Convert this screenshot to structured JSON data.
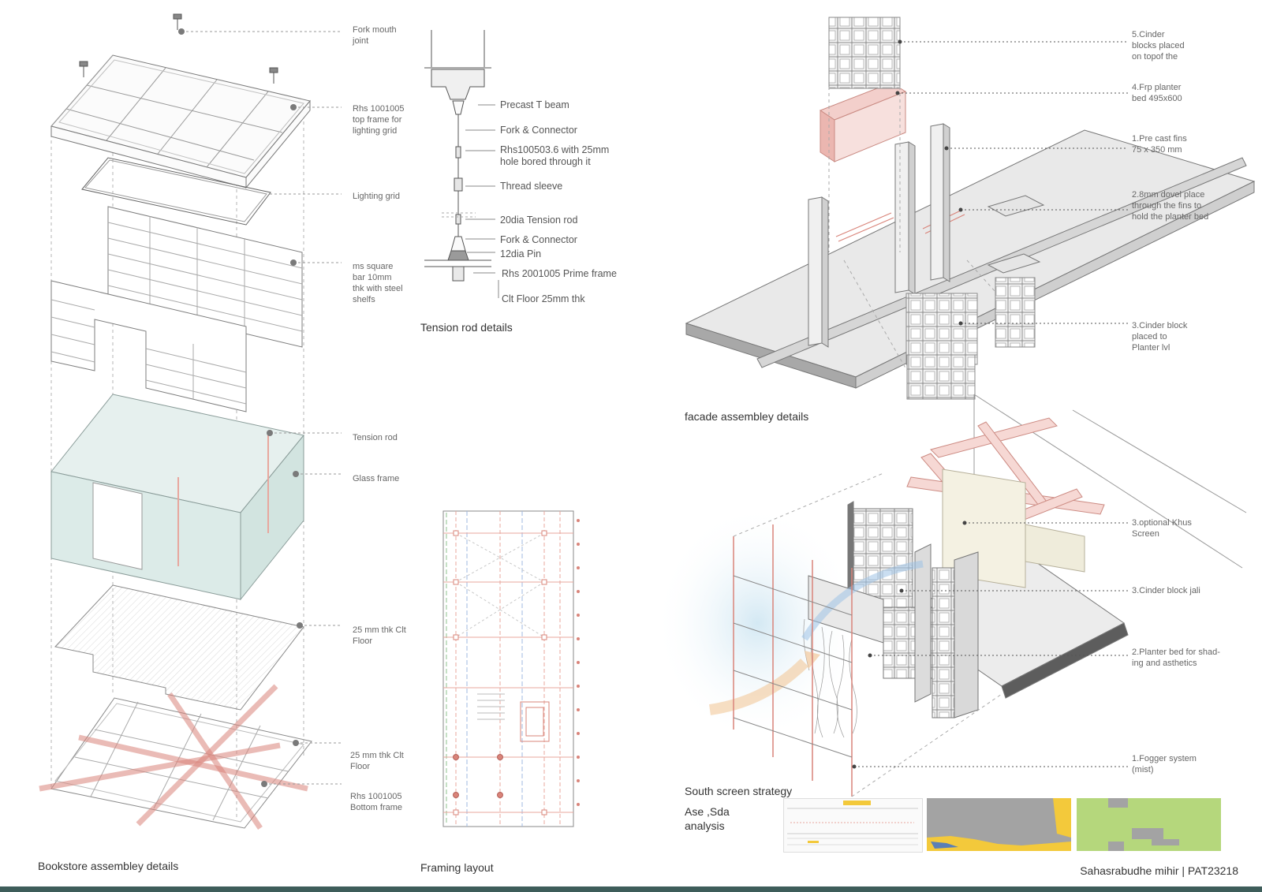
{
  "bookstore": {
    "caption": "Bookstore assembley details",
    "labels": {
      "fork_mouth_joint": "Fork mouth\njoint",
      "top_frame": "Rhs 1001005\ntop frame for\nlighting grid",
      "lighting_grid": "Lighting grid",
      "ms_square_bar": "ms square\nbar 10mm\nthk with steel\nshelfs",
      "tension_rod": "Tension rod",
      "glass_frame": "Glass frame",
      "clt_floor_1": "25 mm thk Clt\nFloor",
      "clt_floor_2": "25 mm thk Clt\nFloor",
      "bottom_frame": "Rhs 1001005\nBottom frame"
    }
  },
  "tension_rod_details": {
    "caption": "Tension rod details",
    "labels": {
      "precast_t_beam": "Precast T beam",
      "fork_connector_1": "Fork & Connector",
      "rhs100503": "Rhs100503.6 with 25mm\nhole bored through it",
      "thread_sleeve": "Thread sleeve",
      "tension_rod_20": "20dia Tension rod",
      "fork_connector_2": "Fork & Connector",
      "pin_12": "12dia Pin",
      "prime_frame": "Rhs 2001005 Prime frame",
      "clt_floor": "Clt Floor 25mm thk"
    }
  },
  "framing_layout": {
    "caption": "Framing layout"
  },
  "facade": {
    "caption": "facade assembley details",
    "labels": {
      "cinder_top": "5.Cinder\nblocks placed\non topof the",
      "frp_planter": "4.Frp planter\nbed 495x600",
      "precast_fins": "1.Pre cast fins\n75 x 350 mm",
      "dovel": "2.8mm dovel place\nthrough the fins to\nhold the planter bed",
      "cinder_planter": "3.Cinder block\nplaced to\nPlanter lvl"
    }
  },
  "south_screen": {
    "caption": "South screen strategy",
    "labels": {
      "khus_screen": "3.optional Khus\nScreen",
      "cinder_jali": "3.Cinder block jali",
      "planter_shading": "2.Planter bed for shad-\ning and asthetics",
      "fogger": "1.Fogger system\n(mist)"
    }
  },
  "analysis": {
    "caption": "Ase ,Sda\nanalysis"
  },
  "footer": {
    "signature": "Sahasrabudhe mihir | PAT23218"
  },
  "colors": {
    "accent_red": "#e8a79e",
    "glass": "#dcebe8",
    "footer_bar": "#3e5d5a",
    "map_green": "#b5d77c",
    "map_grey": "#a3a3a3",
    "map_yellow": "#f3c93b"
  }
}
